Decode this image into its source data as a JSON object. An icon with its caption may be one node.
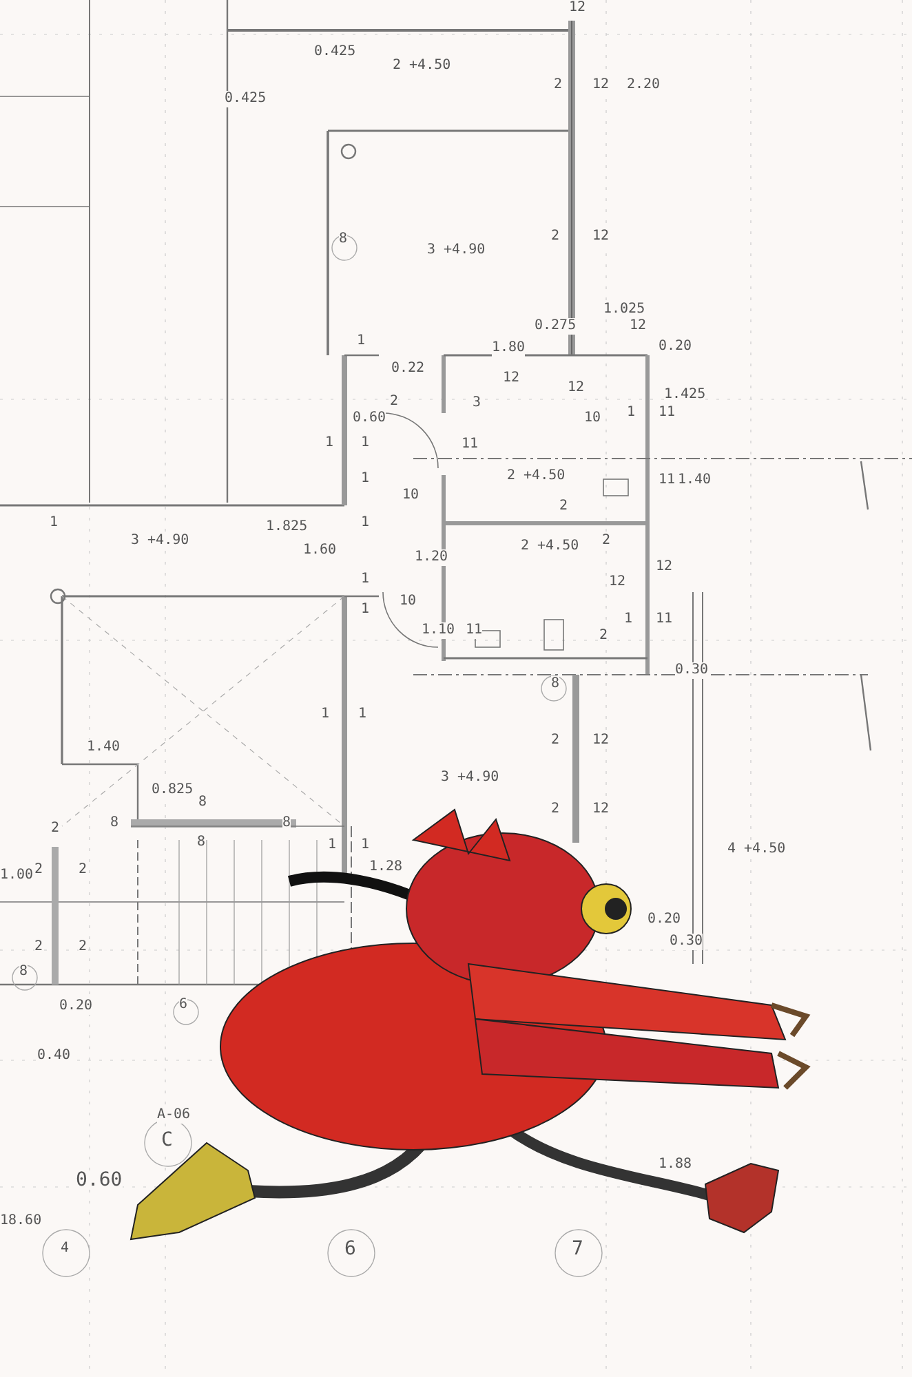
{
  "diagram": {
    "labels": [
      "12",
      "0.425",
      "2 +4.50",
      "2",
      "12",
      "2.20",
      "0.425",
      "8",
      "3 +4.90",
      "2",
      "12",
      "1.025",
      "0.275",
      "12",
      "1",
      "1.80",
      "0.20",
      "0.22",
      "12",
      "12",
      "1.425",
      "0.60",
      "2",
      "3",
      "10",
      "1",
      "11",
      "1",
      "1",
      "11",
      "1",
      "2 +4.50",
      "11",
      "1.40",
      "10",
      "2",
      "3 +4.90",
      "1",
      "1",
      "1.825",
      "1.60",
      "2 +4.50",
      "2",
      "1.20",
      "12",
      "1",
      "12",
      "10",
      "1",
      "1.10",
      "11",
      "1",
      "11",
      "2",
      "0.30",
      "8",
      "1",
      "1",
      "2",
      "12",
      "1.40",
      "3 +4.90",
      "0.825",
      "8",
      "2",
      "12",
      "8",
      "8",
      "2",
      "4 +4.50",
      "8",
      "1",
      "1",
      "1.00",
      "2",
      "2",
      "1.28",
      "2",
      "2",
      "0.20",
      "0.30",
      "8",
      "0.20",
      "6",
      "0.40",
      "A-06",
      "C",
      "0.60",
      "1.88",
      "18.60",
      "4",
      "6",
      "7"
    ]
  }
}
